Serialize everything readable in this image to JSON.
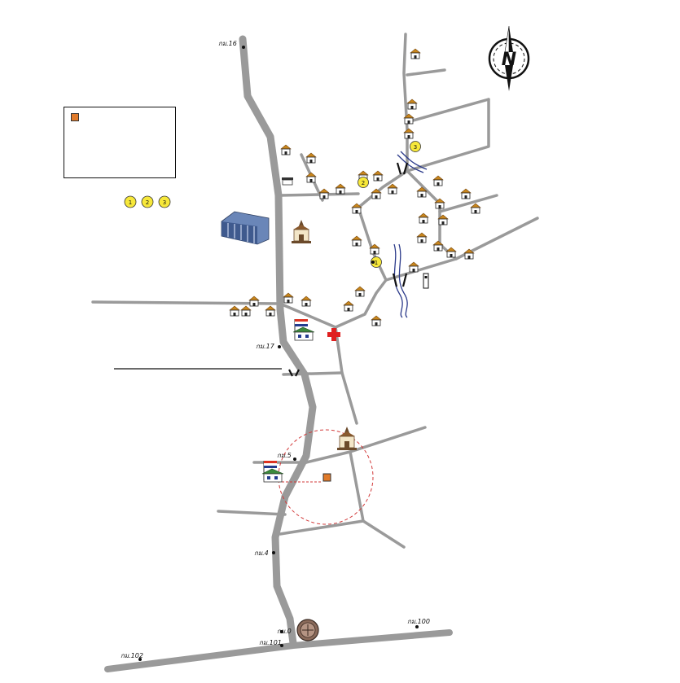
{
  "legend": {
    "title": "",
    "rows": [
      "",
      "",
      "",
      ""
    ]
  },
  "compare_label": "",
  "compare_points": [
    "1",
    "2",
    "3"
  ],
  "compass_label": "N",
  "highway_label": "",
  "distance_label": "",
  "labels": {
    "km16": "กม.16",
    "km17": "กม.17",
    "km5": "กม.5",
    "km4": "กม.4",
    "km0": "กม.0",
    "km101": "กม.101",
    "km102": "กม.102",
    "km100": "กม.100",
    "abt": "",
    "wat_pong_daeng": "",
    "wat_huai_suea": "",
    "school_pong_daeng": "",
    "school_huai_suea": "",
    "health_station": "",
    "gas_station": "",
    "village_road": "",
    "to_nam_dip": "",
    "to_ban_mai": "",
    "telecom": "",
    "village_head": "",
    "police_box": "",
    "abt_bottom": "",
    "to_tak": "",
    "to_kamphaeng": "",
    "road_top": "",
    "pole_sign": ""
  },
  "colors": {
    "road": "#9a9a9a",
    "river": "#2b3a8a",
    "marker_fill": "#f7e83a",
    "subject_plot": "#e07a2a",
    "circle": "#d23a3a",
    "red_cross": "#e01f1f"
  },
  "icons": [
    "house-icon",
    "temple-icon",
    "school-icon",
    "red-cross-icon",
    "bridge-icon",
    "building-icon",
    "gas-station-icon",
    "compass-icon",
    "tower-icon",
    "police-box-icon"
  ]
}
